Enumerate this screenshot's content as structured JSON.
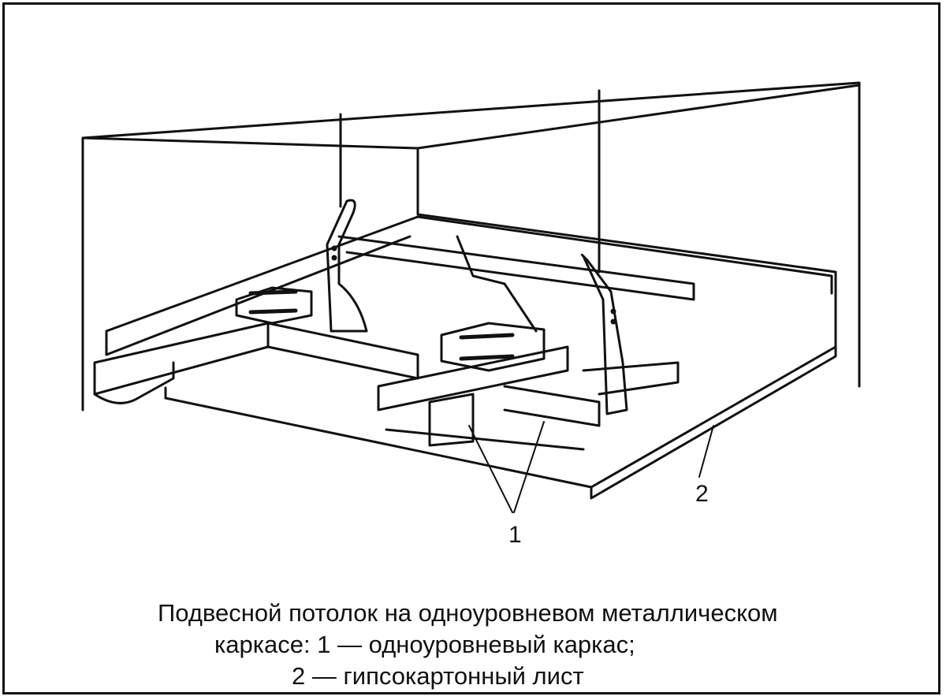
{
  "diagram": {
    "labels": {
      "frame": "1",
      "sheet": "2"
    },
    "caption": {
      "line1": "Подвесной потолок на одноуровневом металлическом",
      "line2": "каркасе: 1 — одноуровневый каркас;",
      "line3": "2 — гипсокартонный лист"
    },
    "colors": {
      "ink": "#111111",
      "background": "#ffffff"
    }
  }
}
